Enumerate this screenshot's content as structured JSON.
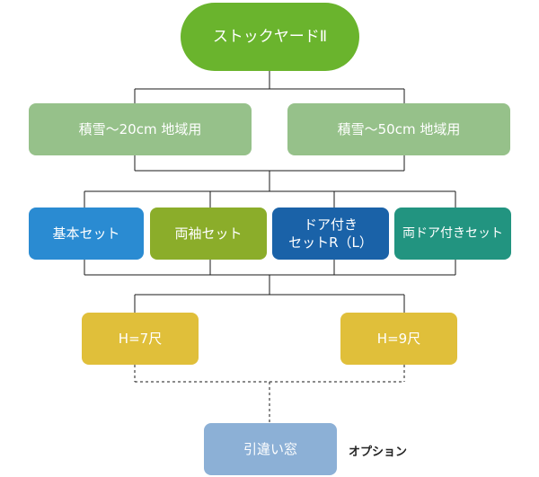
{
  "colors": {
    "root": "#6ab42d",
    "snow": "#96c18a",
    "set_basic": "#2a8bd2",
    "set_sleeve": "#8bad2a",
    "set_door": "#1a62a8",
    "set_double_door": "#229480",
    "height": "#e0bf3a",
    "option": "#8cb0d6",
    "line": "#1a1a1a"
  },
  "nodes": {
    "root": {
      "label": "ストックヤードⅡ"
    },
    "snow_20": {
      "label": "積雪～20cm 地域用"
    },
    "snow_50": {
      "label": "積雪～50cm 地域用"
    },
    "set_basic": {
      "label": "基本セット"
    },
    "set_sleeve": {
      "label": "両袖セット"
    },
    "set_door": {
      "label_line1": "ドア付き",
      "label_line2": "セットR（L）"
    },
    "set_double_door": {
      "label": "両ドア付きセット"
    },
    "h7": {
      "label": "H=7尺"
    },
    "h9": {
      "label": "H=9尺"
    },
    "option": {
      "label": "引違い窓"
    }
  },
  "option_note": "オプション"
}
